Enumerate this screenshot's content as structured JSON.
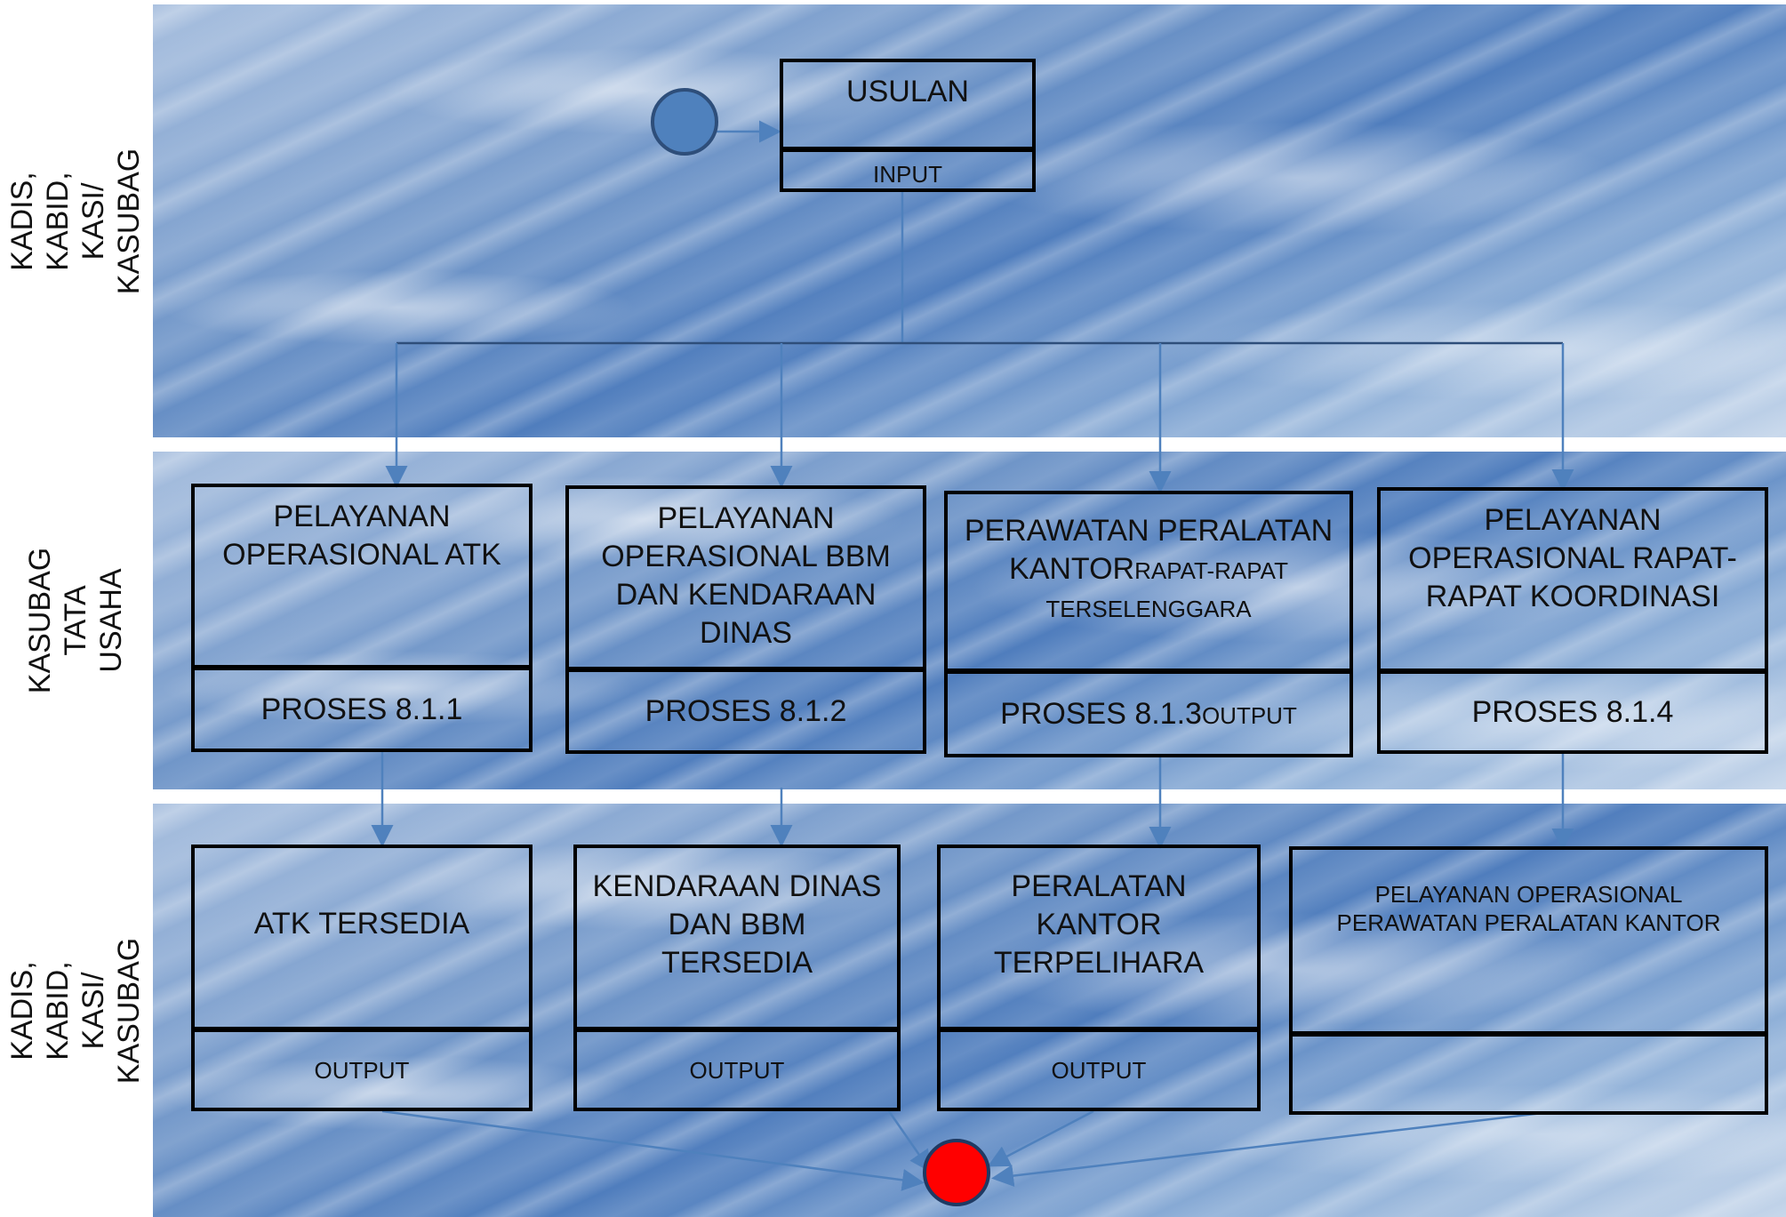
{
  "lanes": [
    {
      "label": "KADIS, KABID, KASI/\nKASUBAG"
    },
    {
      "label": "KASUBAG TATA\nUSAHA"
    },
    {
      "label": "KADIS, KABID, KASI/\nKASUBAG"
    }
  ],
  "start_box": {
    "title": "USULAN",
    "footer": "INPUT"
  },
  "process_boxes": [
    {
      "title": "PELAYANAN OPERASIONAL ATK",
      "footer": "PROSES 8.1.1"
    },
    {
      "title": "PELAYANAN OPERASIONAL BBM DAN KENDARAAN DINAS",
      "footer": "PROSES 8.1.2"
    },
    {
      "title": "PERAWATAN PERALATAN KANTOR",
      "title_small": "RAPAT-RAPAT TERSELENGGARA",
      "footer": "PROSES 8.1.3",
      "footer_small": "OUTPUT"
    },
    {
      "title": "PELAYANAN OPERASIONAL RAPAT-RAPAT KOORDINASI",
      "footer": "PROSES 8.1.4"
    }
  ],
  "output_boxes": [
    {
      "title": "ATK TERSEDIA",
      "footer": "OUTPUT"
    },
    {
      "title": "KENDARAAN DINAS DAN BBM TERSEDIA",
      "footer": "OUTPUT"
    },
    {
      "title": "PERALATAN KANTOR TERPELIHARA",
      "footer": "OUTPUT"
    },
    {
      "title": "PELAYANAN OPERASIONAL PERAWATAN PERALATAN KANTOR",
      "footer": ""
    }
  ],
  "colors": {
    "start_node": "#4f81bd",
    "end_node": "#ff0000",
    "connector": "#4f81bd"
  }
}
